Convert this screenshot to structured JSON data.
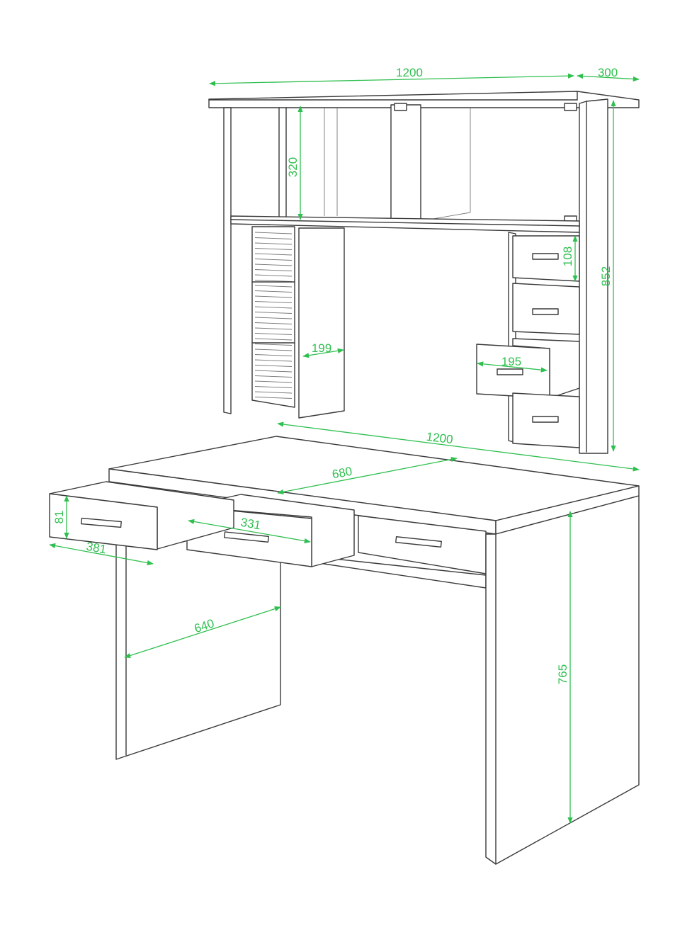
{
  "colors": {
    "line": "#3a3a3a",
    "dimension": "#2fbf4f",
    "background": "#ffffff"
  },
  "dimensions": {
    "hutch_width": "1200",
    "hutch_depth": "300",
    "shelf_height": "320",
    "hutch_drawer_height": "108",
    "hutch_height": "852",
    "cd_rack_width": "199",
    "hutch_drawer_width": "195",
    "desk_width": "1200",
    "desk_depth": "680",
    "drawer_height": "81",
    "drawer_depth": "381",
    "drawer_width": "331",
    "leg_depth": "640",
    "desk_height": "765"
  }
}
